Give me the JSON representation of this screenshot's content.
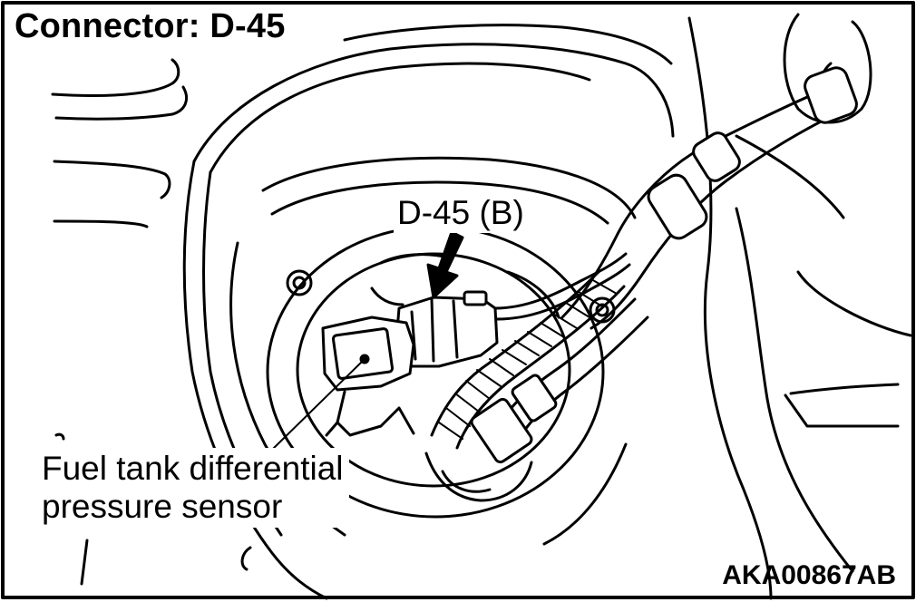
{
  "title": "Connector: D-45",
  "connector_callout": "D-45 (B)",
  "sensor_label": {
    "line1": "Fuel tank differential",
    "line2": "pressure sensor"
  },
  "figure_code": "AKA00867AB",
  "colors": {
    "line": "#000000",
    "background": "#ffffff",
    "shade": "#d9d9d9"
  }
}
